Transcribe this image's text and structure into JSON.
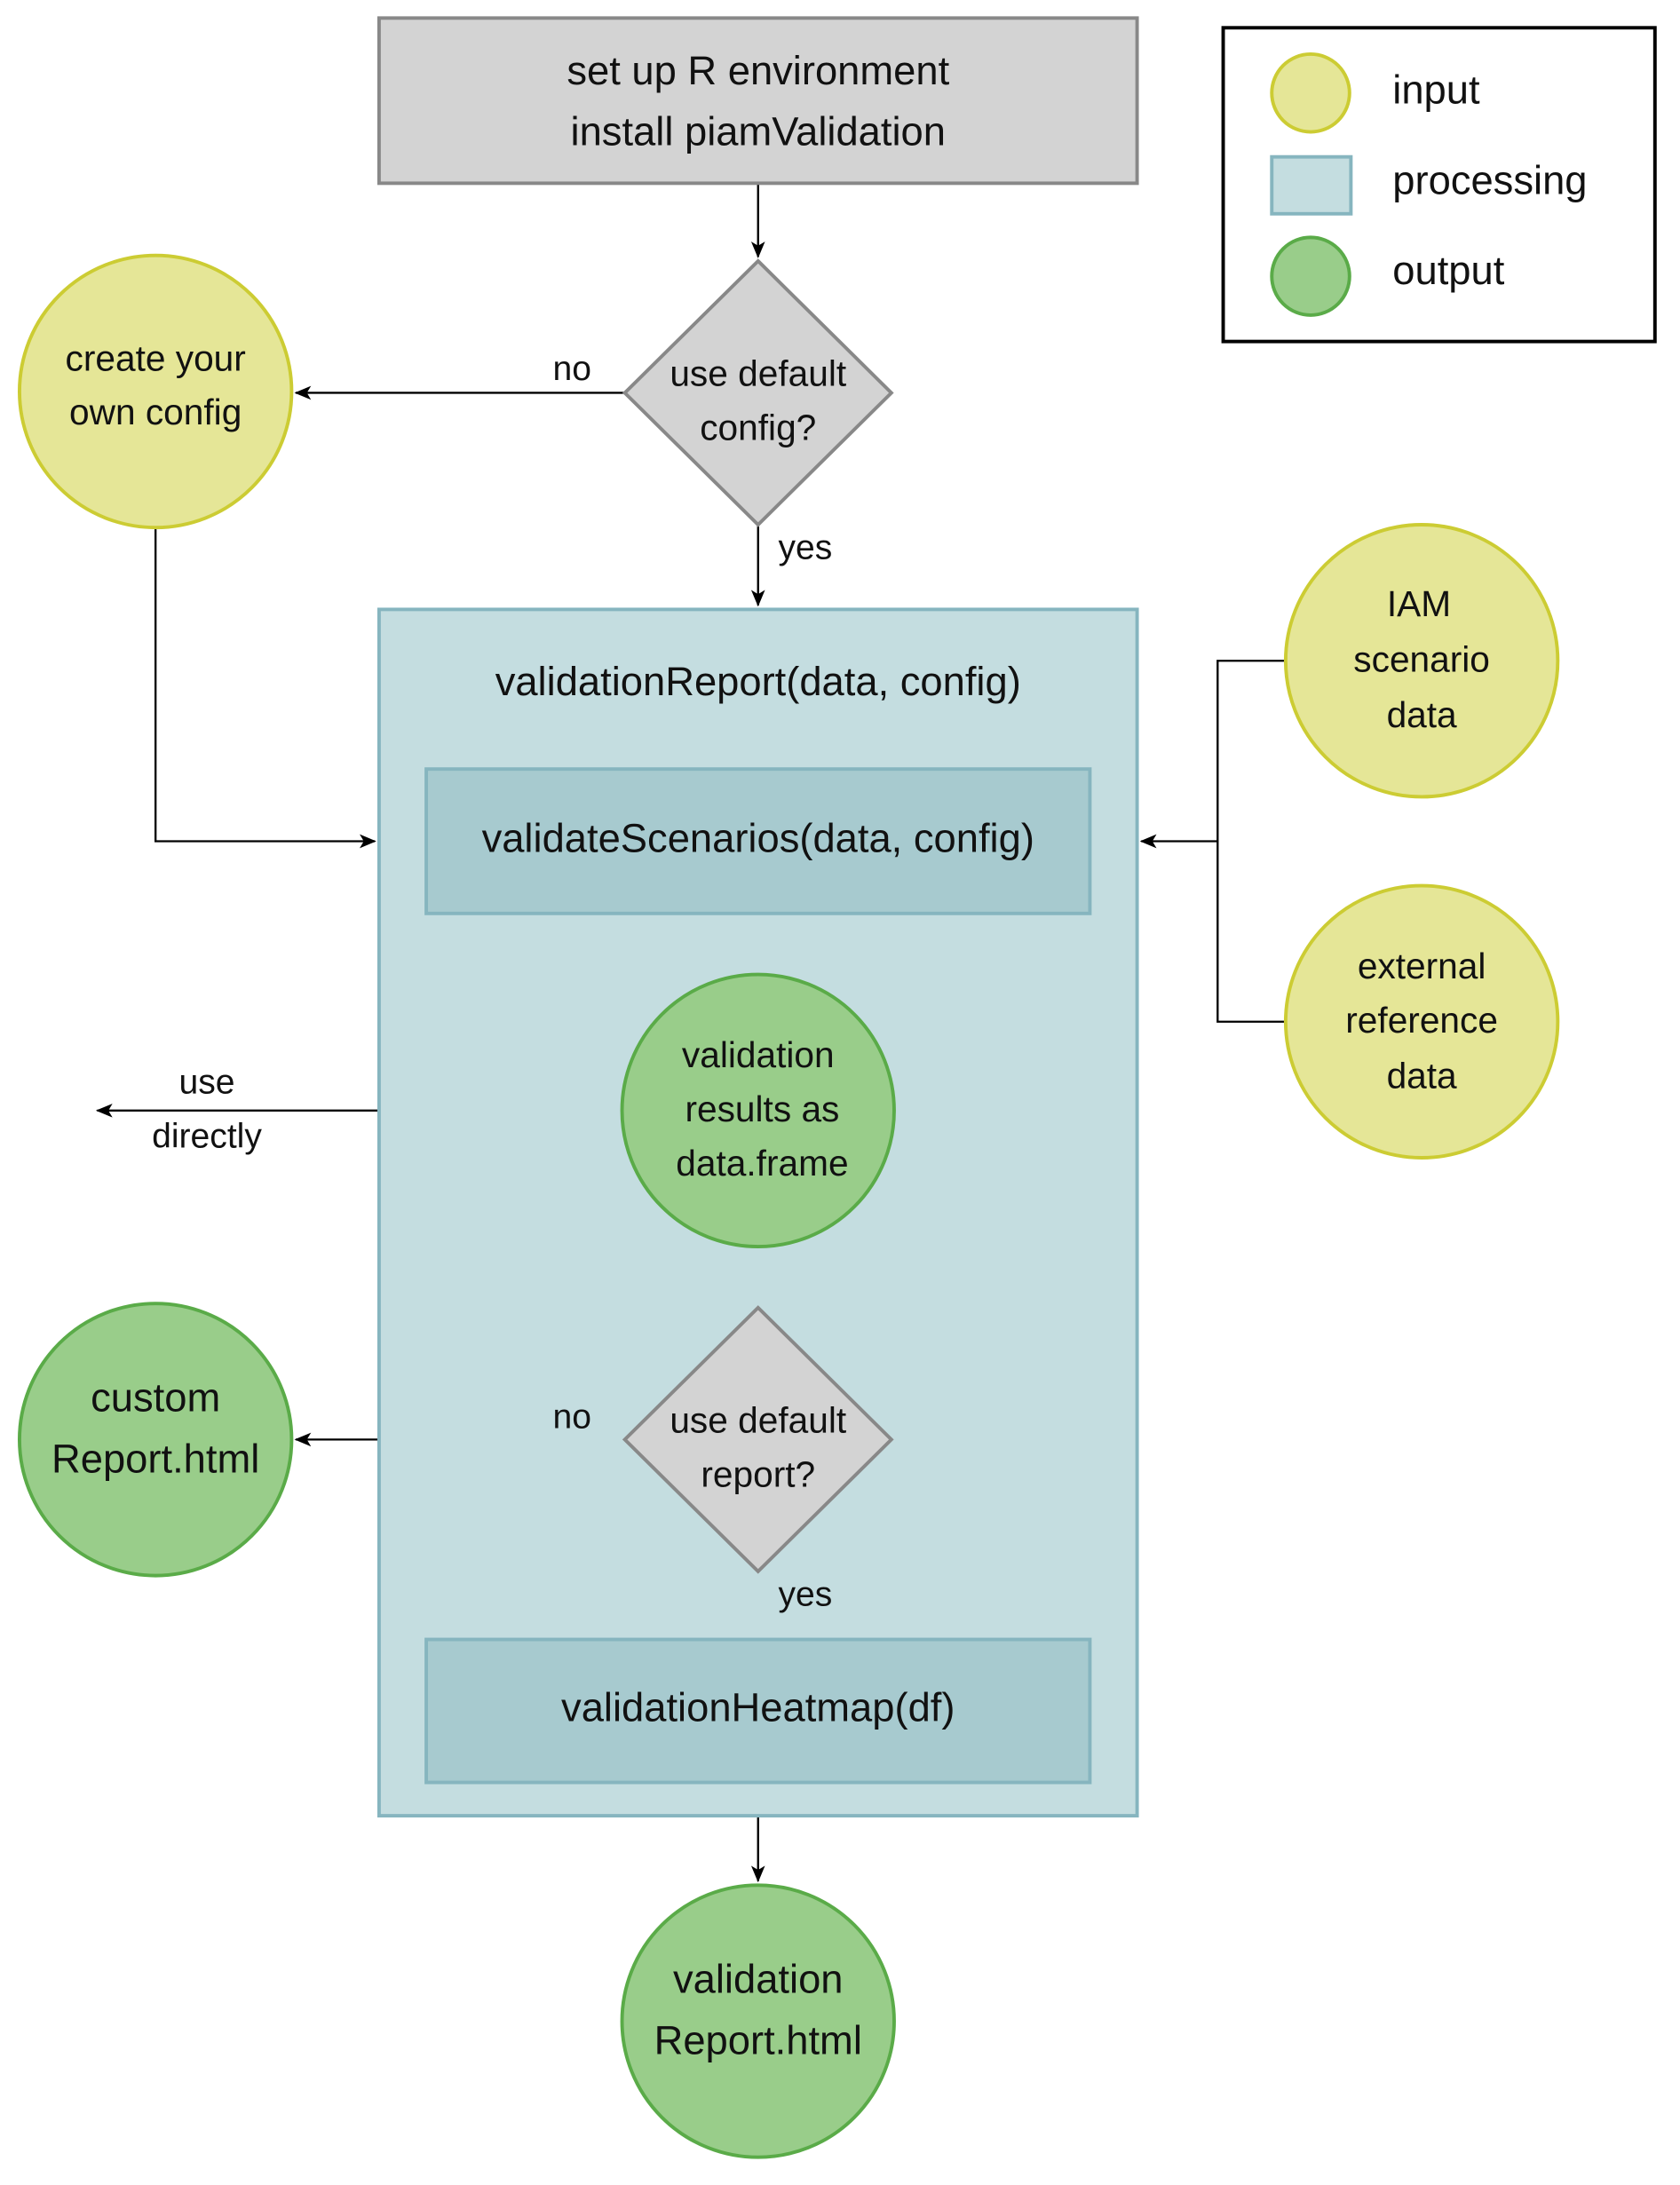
{
  "colors": {
    "input": "#e5e697",
    "processing": "#c4dde0",
    "output": "#99cd8a",
    "decision": "#d3d3d3"
  },
  "legend": {
    "input": "input",
    "processing": "processing",
    "output": "output"
  },
  "setup": {
    "line1": "set up R environment",
    "line2": "install piamValidation"
  },
  "decision_config": {
    "line1": "use default",
    "line2": "config?",
    "no": "no",
    "yes": "yes"
  },
  "own_config": {
    "line1": "create your",
    "line2": "own config"
  },
  "report": {
    "title": "validationReport(data, config)"
  },
  "validate": {
    "label": "validateScenarios(data, config)"
  },
  "iam": {
    "line1": "IAM",
    "line2": "scenario",
    "line3": "data"
  },
  "external": {
    "line1": "external",
    "line2": "reference",
    "line3": "data"
  },
  "results": {
    "line1": "validation",
    "line2": "results as",
    "line3": "data.frame"
  },
  "use_directly": {
    "line1": "use",
    "line2": "directly"
  },
  "decision_report": {
    "line1": "use default",
    "line2": "report?",
    "no": "no",
    "yes": "yes"
  },
  "custom": {
    "line1": "custom",
    "line2": "Report.html"
  },
  "heatmap": {
    "label": "validationHeatmap(df)"
  },
  "final": {
    "line1": "validation",
    "line2": "Report.html"
  }
}
